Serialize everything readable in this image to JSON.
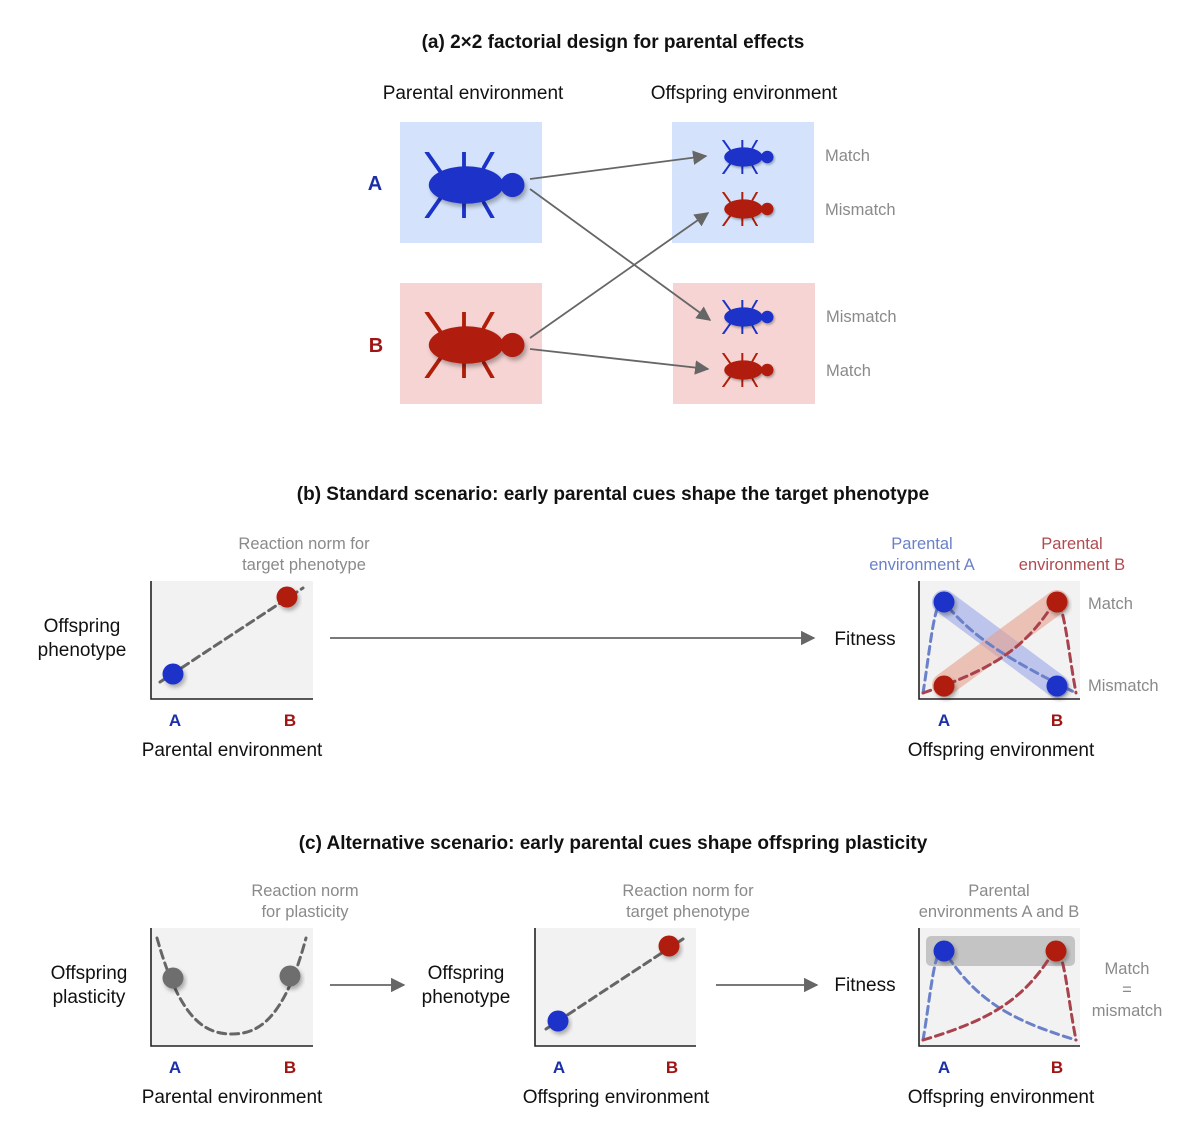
{
  "colors": {
    "blue": "#1b33c8",
    "red": "#b01e0a",
    "grey": "#6e6e6e",
    "box_blue": "#d4e3fb",
    "box_red": "#f5d4d3",
    "tick_blue": "#1b2fa8",
    "tick_red": "#a01414"
  },
  "panel_a": {
    "title": "(a) 2×2 factorial design for parental effects",
    "parental_header": "Parental environment",
    "offspring_header": "Offspring environment",
    "label_a": "A",
    "label_b": "B",
    "top_match": "Match",
    "top_mismatch": "Mismatch",
    "bottom_mismatch": "Mismatch",
    "bottom_match": "Match"
  },
  "panel_b": {
    "title": "(b) Standard scenario: early parental cues shape the target phenotype",
    "left_plot": {
      "caption_1": "Reaction norm for",
      "caption_2": "target phenotype",
      "ylabel_1": "Offspring",
      "ylabel_2": "phenotype",
      "tick_a": "A",
      "tick_b": "B",
      "xlabel": "Parental environment"
    },
    "right_plot": {
      "legend_a_1": "Parental",
      "legend_a_2": "environment A",
      "legend_b_1": "Parental",
      "legend_b_2": "environment B",
      "ylabel": "Fitness",
      "match": "Match",
      "mismatch": "Mismatch",
      "tick_a": "A",
      "tick_b": "B",
      "xlabel": "Offspring environment"
    }
  },
  "panel_c": {
    "title": "(c) Alternative scenario: early parental cues shape offspring plasticity",
    "plot1": {
      "caption_1": "Reaction norm",
      "caption_2": "for plasticity",
      "ylabel_1": "Offspring",
      "ylabel_2": "plasticity",
      "tick_a": "A",
      "tick_b": "B",
      "xlabel": "Parental environment"
    },
    "plot2": {
      "caption_1": "Reaction norm for",
      "caption_2": "target phenotype",
      "ylabel_1": "Offspring",
      "ylabel_2": "phenotype",
      "tick_a": "A",
      "tick_b": "B",
      "xlabel": "Offspring environment"
    },
    "plot3": {
      "caption_1": "Parental",
      "caption_2": "environments A and B",
      "ylabel": "Fitness",
      "note_1": "Match",
      "note_2": "=",
      "note_3": "mismatch",
      "tick_a": "A",
      "tick_b": "B",
      "xlabel": "Offspring environment"
    }
  }
}
